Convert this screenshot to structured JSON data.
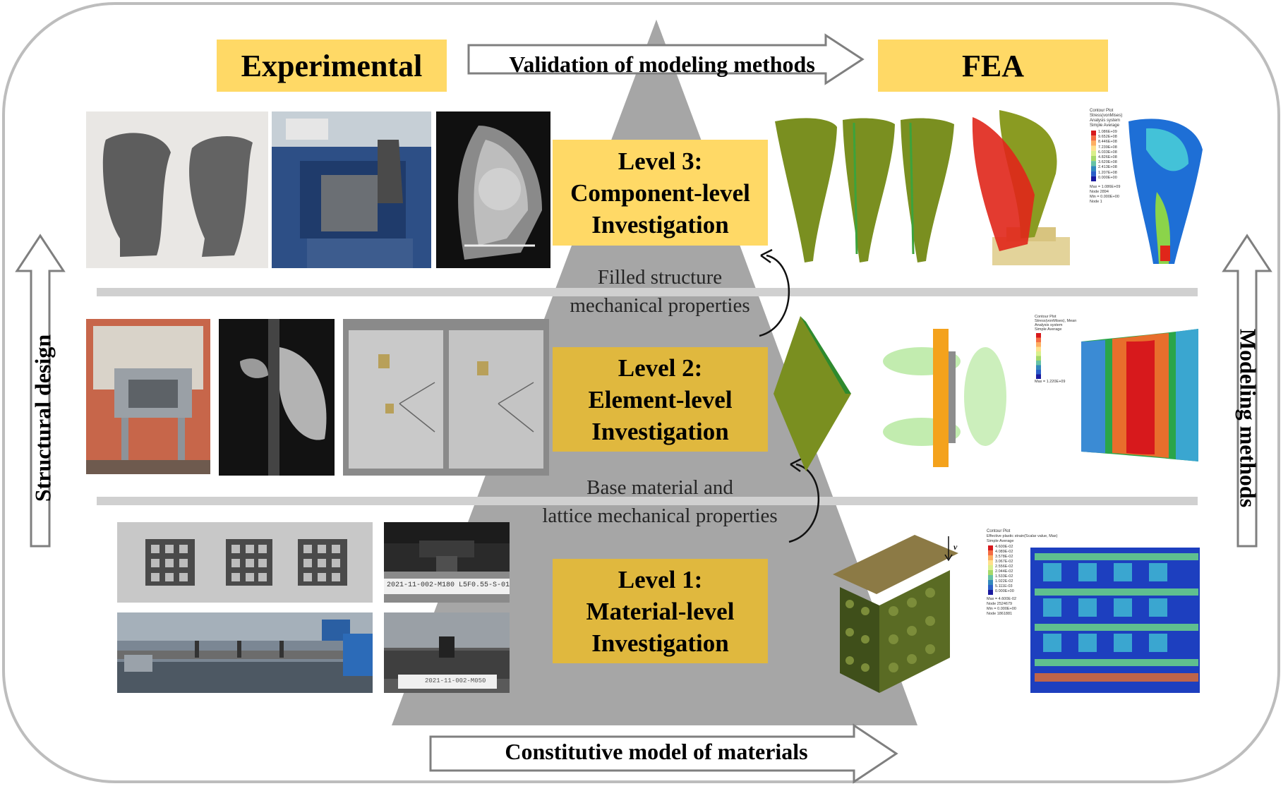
{
  "headers": {
    "experimental": "Experimental",
    "fea": "FEA"
  },
  "arrows": {
    "validation": "Validation of modeling methods",
    "constitutive": "Constitutive model of materials",
    "structural_design": "Structural design",
    "modeling_methods": "Modeling methods"
  },
  "levels": {
    "level3": [
      "Level 3:",
      "Component-level",
      "Investigation"
    ],
    "level2": [
      "Level 2:",
      "Element-level",
      "Investigation"
    ],
    "level1": [
      "Level 1:",
      "Material-level",
      "Investigation"
    ]
  },
  "transitions": {
    "upper": [
      "Filled structure",
      "mechanical properties"
    ],
    "lower": [
      "Base material and",
      "lattice mechanical properties"
    ]
  },
  "specimen_labels": {
    "compression": "2021-11-002-M180 L5F0.55-S-01",
    "tension": "2021-11-002-M050"
  },
  "contour_plots": {
    "level3": {
      "title": "Contour Plot",
      "subtitle": "Stress(vonMises)",
      "analysis": "Analysis system",
      "avg": "Simple Average",
      "values": [
        "1.086E+09",
        "9.652E+08",
        "8.446E+08",
        "7.239E+08",
        "6.033E+08",
        "4.826E+08",
        "3.620E+08",
        "2.413E+08",
        "1.207E+08",
        "0.000E+00"
      ],
      "max": "Max = 1.086E+09",
      "max_node": "Node 2894",
      "min": "Min = 0.000E+00",
      "min_node": "Node 1"
    },
    "level2": {
      "title": "Contour Plot",
      "subtitle": "Stress(vonMises), Mean",
      "analysis": "Analysis system",
      "avg": "Simple Average",
      "max": "Max = 1.220E+09"
    },
    "level1": {
      "title": "Contour Plot",
      "subtitle": "Effective plastic strain(Scalar value, Max)",
      "avg": "Simple Average",
      "values": [
        "4.600E-02",
        "4.089E-02",
        "3.578E-02",
        "3.067E-02",
        "2.556E-02",
        "2.044E-02",
        "1.533E-02",
        "1.022E-02",
        "5.111E-03",
        "0.000E+00"
      ],
      "max": "Max = 4.600E-02",
      "max_node": "Node 2524679",
      "min": "Min = 0.000E+00",
      "min_node": "Node 1861881"
    },
    "velocity_label": "v",
    "legend_colors": [
      "#d7191c",
      "#f46d43",
      "#fdae61",
      "#fee08b",
      "#d9ef8b",
      "#a6d96a",
      "#66c2a5",
      "#3288bd",
      "#2b5fc9",
      "#1a1a9f"
    ]
  }
}
